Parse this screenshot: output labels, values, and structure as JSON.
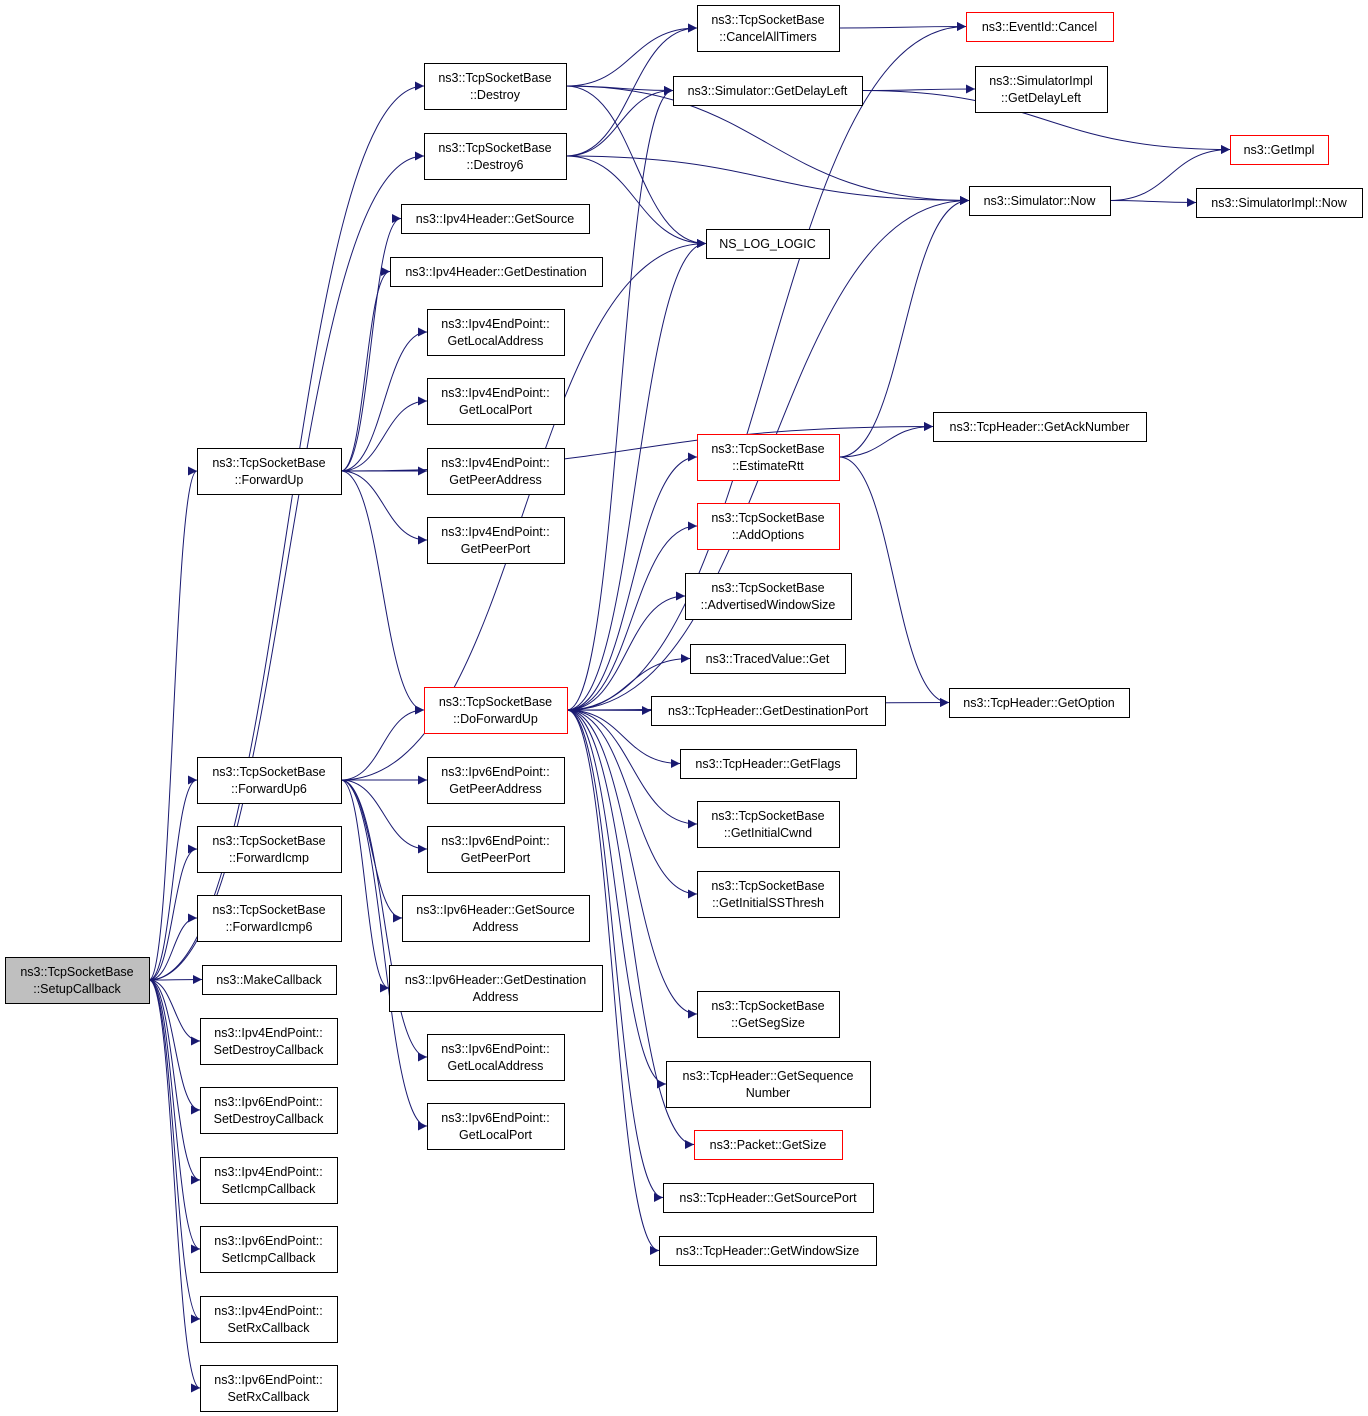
{
  "nodes": [
    {
      "id": "setup",
      "lines": [
        "ns3::TcpSocketBase",
        "::SetupCallback"
      ],
      "style": "root"
    },
    {
      "id": "destroy",
      "lines": [
        "ns3::TcpSocketBase",
        "::Destroy"
      ]
    },
    {
      "id": "destroy6",
      "lines": [
        "ns3::TcpSocketBase",
        "::Destroy6"
      ]
    },
    {
      "id": "ipv4src",
      "lines": [
        "ns3::Ipv4Header::GetSource"
      ]
    },
    {
      "id": "ipv4dst",
      "lines": [
        "ns3::Ipv4Header::GetDestination"
      ]
    },
    {
      "id": "ep4locaddr",
      "lines": [
        "ns3::Ipv4EndPoint::",
        "GetLocalAddress"
      ]
    },
    {
      "id": "ep4locport",
      "lines": [
        "ns3::Ipv4EndPoint::",
        "GetLocalPort"
      ]
    },
    {
      "id": "ep4peeraddr",
      "lines": [
        "ns3::Ipv4EndPoint::",
        "GetPeerAddress"
      ]
    },
    {
      "id": "ep4peerport",
      "lines": [
        "ns3::Ipv4EndPoint::",
        "GetPeerPort"
      ]
    },
    {
      "id": "fwdup",
      "lines": [
        "ns3::TcpSocketBase",
        "::ForwardUp"
      ]
    },
    {
      "id": "dofwdup",
      "lines": [
        "ns3::TcpSocketBase",
        "::DoForwardUp"
      ],
      "style": "red"
    },
    {
      "id": "fwdup6",
      "lines": [
        "ns3::TcpSocketBase",
        "::ForwardUp6"
      ]
    },
    {
      "id": "ep6peeraddr",
      "lines": [
        "ns3::Ipv6EndPoint::",
        "GetPeerAddress"
      ]
    },
    {
      "id": "ep6peerport",
      "lines": [
        "ns3::Ipv6EndPoint::",
        "GetPeerPort"
      ]
    },
    {
      "id": "ipv6src",
      "lines": [
        "ns3::Ipv6Header::GetSource",
        "Address"
      ]
    },
    {
      "id": "ipv6dst",
      "lines": [
        "ns3::Ipv6Header::GetDestination",
        "Address"
      ]
    },
    {
      "id": "ep6locaddr",
      "lines": [
        "ns3::Ipv6EndPoint::",
        "GetLocalAddress"
      ]
    },
    {
      "id": "ep6locport",
      "lines": [
        "ns3::Ipv6EndPoint::",
        "GetLocalPort"
      ]
    },
    {
      "id": "fwdicmp",
      "lines": [
        "ns3::TcpSocketBase",
        "::ForwardIcmp"
      ]
    },
    {
      "id": "fwdicmp6",
      "lines": [
        "ns3::TcpSocketBase",
        "::ForwardIcmp6"
      ]
    },
    {
      "id": "makecb",
      "lines": [
        "ns3::MakeCallback"
      ]
    },
    {
      "id": "ep4setdestroy",
      "lines": [
        "ns3::Ipv4EndPoint::",
        "SetDestroyCallback"
      ]
    },
    {
      "id": "ep6setdestroy",
      "lines": [
        "ns3::Ipv6EndPoint::",
        "SetDestroyCallback"
      ]
    },
    {
      "id": "ep4seticmp",
      "lines": [
        "ns3::Ipv4EndPoint::",
        "SetIcmpCallback"
      ]
    },
    {
      "id": "ep6seticmp",
      "lines": [
        "ns3::Ipv6EndPoint::",
        "SetIcmpCallback"
      ]
    },
    {
      "id": "ep4setrx",
      "lines": [
        "ns3::Ipv4EndPoint::",
        "SetRxCallback"
      ]
    },
    {
      "id": "ep6setrx",
      "lines": [
        "ns3::Ipv6EndPoint::",
        "SetRxCallback"
      ]
    },
    {
      "id": "cancelall",
      "lines": [
        "ns3::TcpSocketBase",
        "::CancelAllTimers"
      ]
    },
    {
      "id": "getdelayleft",
      "lines": [
        "ns3::Simulator::GetDelayLeft"
      ]
    },
    {
      "id": "nslog",
      "lines": [
        "NS_LOG_LOGIC"
      ]
    },
    {
      "id": "estrtt",
      "lines": [
        "ns3::TcpSocketBase",
        "::EstimateRtt"
      ],
      "style": "red"
    },
    {
      "id": "addopts",
      "lines": [
        "ns3::TcpSocketBase",
        "::AddOptions"
      ],
      "style": "red"
    },
    {
      "id": "advwin",
      "lines": [
        "ns3::TcpSocketBase",
        "::AdvertisedWindowSize"
      ]
    },
    {
      "id": "tracedget",
      "lines": [
        "ns3::TracedValue::Get"
      ]
    },
    {
      "id": "getdstport",
      "lines": [
        "ns3::TcpHeader::GetDestinationPort"
      ]
    },
    {
      "id": "getflags",
      "lines": [
        "ns3::TcpHeader::GetFlags"
      ]
    },
    {
      "id": "initcwnd",
      "lines": [
        "ns3::TcpSocketBase",
        "::GetInitialCwnd"
      ]
    },
    {
      "id": "initss",
      "lines": [
        "ns3::TcpSocketBase",
        "::GetInitialSSThresh"
      ]
    },
    {
      "id": "segsize",
      "lines": [
        "ns3::TcpSocketBase",
        "::GetSegSize"
      ]
    },
    {
      "id": "seqnum",
      "lines": [
        "ns3::TcpHeader::GetSequence",
        "Number"
      ]
    },
    {
      "id": "pktsize",
      "lines": [
        "ns3::Packet::GetSize"
      ],
      "style": "red"
    },
    {
      "id": "srcport",
      "lines": [
        "ns3::TcpHeader::GetSourcePort"
      ]
    },
    {
      "id": "winsize",
      "lines": [
        "ns3::TcpHeader::GetWindowSize"
      ]
    },
    {
      "id": "evcancel",
      "lines": [
        "ns3::EventId::Cancel"
      ],
      "style": "red"
    },
    {
      "id": "simnow",
      "lines": [
        "ns3::Simulator::Now"
      ]
    },
    {
      "id": "simimpldelay",
      "lines": [
        "ns3::SimulatorImpl",
        "::GetDelayLeft"
      ]
    },
    {
      "id": "getimpl",
      "lines": [
        "ns3::GetImpl"
      ],
      "style": "red"
    },
    {
      "id": "simimplnow",
      "lines": [
        "ns3::SimulatorImpl::Now"
      ]
    },
    {
      "id": "acknum",
      "lines": [
        "ns3::TcpHeader::GetAckNumber"
      ]
    },
    {
      "id": "getoption",
      "lines": [
        "ns3::TcpHeader::GetOption"
      ]
    }
  ],
  "edges": [
    [
      "setup",
      "destroy"
    ],
    [
      "setup",
      "destroy6"
    ],
    [
      "setup",
      "fwdup"
    ],
    [
      "setup",
      "fwdup6"
    ],
    [
      "setup",
      "fwdicmp"
    ],
    [
      "setup",
      "fwdicmp6"
    ],
    [
      "setup",
      "makecb"
    ],
    [
      "setup",
      "ep4setdestroy"
    ],
    [
      "setup",
      "ep6setdestroy"
    ],
    [
      "setup",
      "ep4seticmp"
    ],
    [
      "setup",
      "ep6seticmp"
    ],
    [
      "setup",
      "ep4setrx"
    ],
    [
      "setup",
      "ep6setrx"
    ],
    [
      "destroy",
      "cancelall"
    ],
    [
      "destroy",
      "getdelayleft"
    ],
    [
      "destroy",
      "nslog"
    ],
    [
      "destroy",
      "simnow"
    ],
    [
      "destroy6",
      "cancelall"
    ],
    [
      "destroy6",
      "getdelayleft"
    ],
    [
      "destroy6",
      "nslog"
    ],
    [
      "destroy6",
      "simnow"
    ],
    [
      "fwdup",
      "ipv4src"
    ],
    [
      "fwdup",
      "ipv4dst"
    ],
    [
      "fwdup",
      "ep4locaddr"
    ],
    [
      "fwdup",
      "ep4locport"
    ],
    [
      "fwdup",
      "ep4peeraddr"
    ],
    [
      "fwdup",
      "ep4peerport"
    ],
    [
      "fwdup",
      "dofwdup"
    ],
    [
      "fwdup",
      "acknum"
    ],
    [
      "fwdup6",
      "dofwdup"
    ],
    [
      "fwdup6",
      "ep6peeraddr"
    ],
    [
      "fwdup6",
      "ep6peerport"
    ],
    [
      "fwdup6",
      "ipv6src"
    ],
    [
      "fwdup6",
      "ipv6dst"
    ],
    [
      "fwdup6",
      "ep6locaddr"
    ],
    [
      "fwdup6",
      "ep6locport"
    ],
    [
      "fwdup6",
      "nslog"
    ],
    [
      "dofwdup",
      "estrtt"
    ],
    [
      "dofwdup",
      "addopts"
    ],
    [
      "dofwdup",
      "advwin"
    ],
    [
      "dofwdup",
      "tracedget"
    ],
    [
      "dofwdup",
      "getdstport"
    ],
    [
      "dofwdup",
      "getflags"
    ],
    [
      "dofwdup",
      "initcwnd"
    ],
    [
      "dofwdup",
      "initss"
    ],
    [
      "dofwdup",
      "segsize"
    ],
    [
      "dofwdup",
      "seqnum"
    ],
    [
      "dofwdup",
      "pktsize"
    ],
    [
      "dofwdup",
      "srcport"
    ],
    [
      "dofwdup",
      "winsize"
    ],
    [
      "dofwdup",
      "getoption"
    ],
    [
      "dofwdup",
      "nslog"
    ],
    [
      "dofwdup",
      "getdelayleft"
    ],
    [
      "dofwdup",
      "evcancel"
    ],
    [
      "dofwdup",
      "simnow"
    ],
    [
      "cancelall",
      "evcancel"
    ],
    [
      "getdelayleft",
      "simimpldelay"
    ],
    [
      "getdelayleft",
      "getimpl"
    ],
    [
      "simnow",
      "getimpl"
    ],
    [
      "simnow",
      "simimplnow"
    ],
    [
      "estrtt",
      "acknum"
    ],
    [
      "estrtt",
      "getoption"
    ],
    [
      "estrtt",
      "simnow"
    ]
  ]
}
